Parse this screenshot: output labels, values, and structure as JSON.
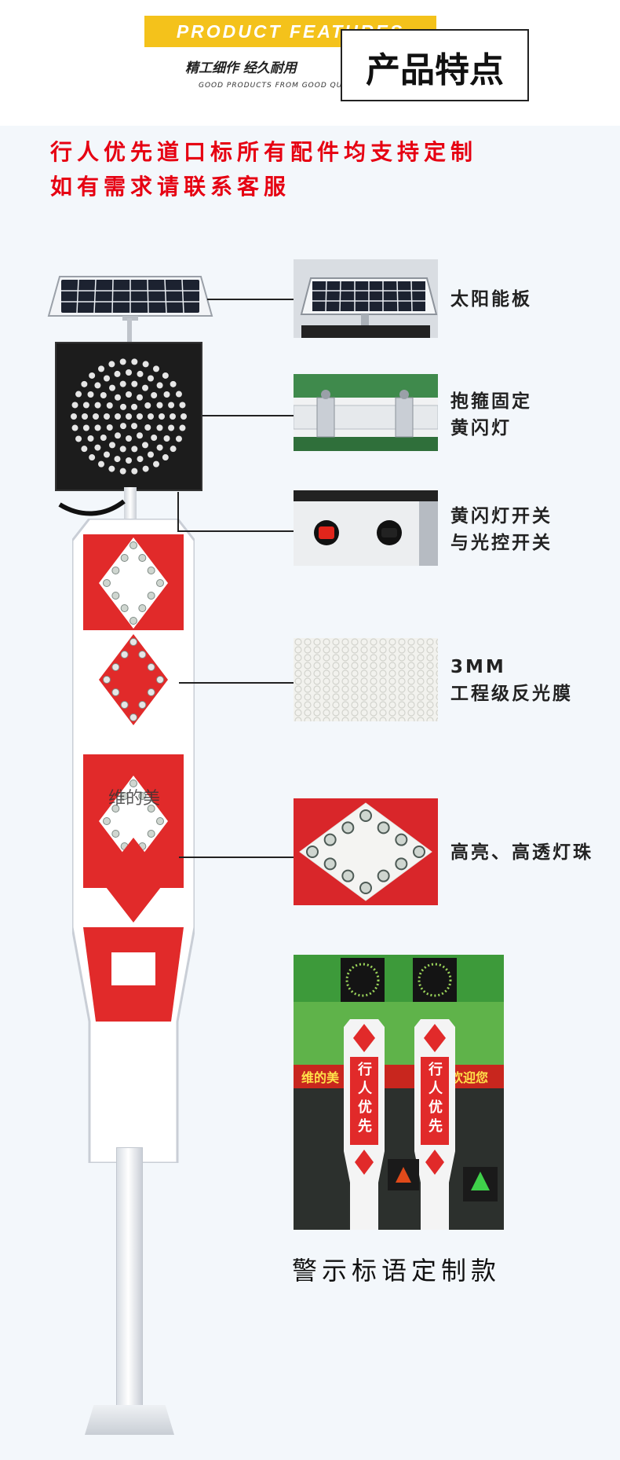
{
  "header": {
    "banner": "PRODUCT FEATURES",
    "tagline": "精工细作 经久耐用",
    "tagline_en": "GOOD PRODUCTS FROM GOOD QUALITY",
    "title": "产品特点"
  },
  "notice": {
    "line1": "行人优先道口标所有配件均支持定制",
    "line2": "如有需求请联系客服"
  },
  "features": [
    {
      "line1": "太阳能板",
      "line2": "",
      "icon": "solar-panel-icon"
    },
    {
      "line1": "抱箍固定",
      "line2": "黄闪灯",
      "icon": "clamp-icon"
    },
    {
      "line1": "黄闪灯开关",
      "line2": "与光控开关",
      "icon": "switch-icon"
    },
    {
      "line1": "3MM",
      "line2": "工程级反光膜",
      "icon": "reflective-film-icon"
    },
    {
      "line1": "高亮、高透灯珠",
      "line2": "",
      "icon": "led-bead-icon"
    }
  ],
  "photo": {
    "caption": "警示标语定制款",
    "sign_text": [
      "行",
      "人",
      "优",
      "先"
    ],
    "banner_text": "维的美",
    "banner_text2": "欢迎您"
  },
  "watermark": "维的美",
  "colors": {
    "red": "#e60012",
    "yellow": "#f4c21b",
    "sign_red": "#e12a2a",
    "background": "#f3f7fb"
  }
}
